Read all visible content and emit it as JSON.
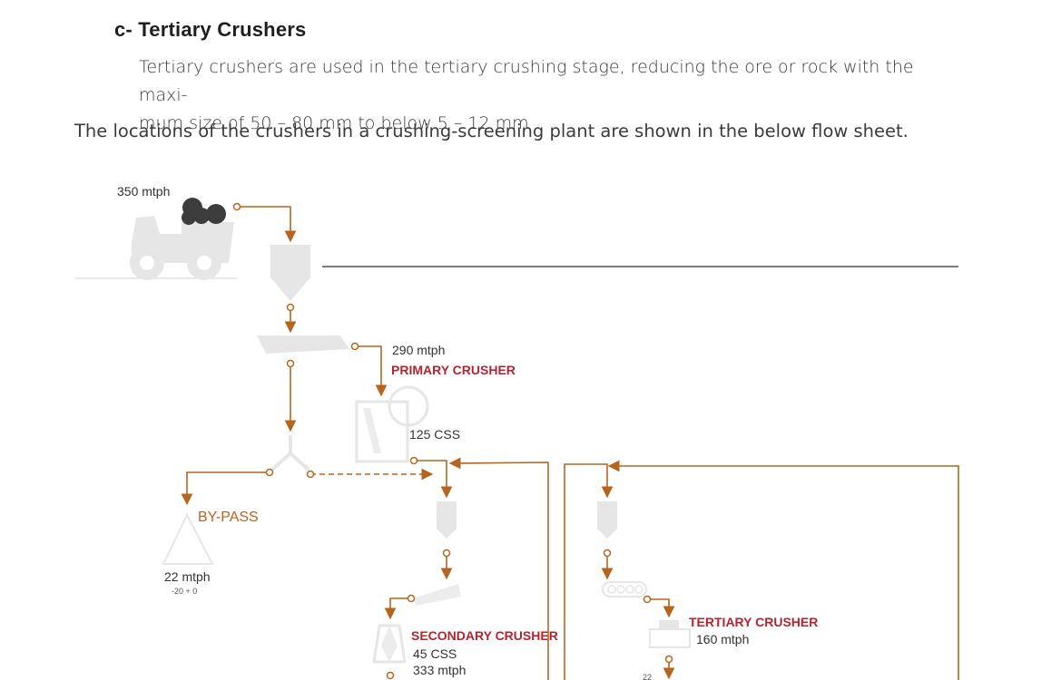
{
  "heading": "c- Tertiary Crushers",
  "paragraph_line1": "Tertiary crushers are used in the tertiary crushing stage, reducing the ore or rock with the maxi-",
  "paragraph_line2": "mum size of 50 – 80 mm to below 5 – 12 mm",
  "lead_text": "The locations of the crushers in a crushing-screening plant are shown in the below flow sheet.",
  "flow": {
    "feed_rate": "350 mtph",
    "primary_rate": "290 mtph",
    "primary_label": "PRIMARY CRUSHER",
    "primary_css": "125 CSS",
    "bypass_label": "BY-PASS",
    "bypass_rate": "22 mtph",
    "bypass_size": "-20  + 0",
    "secondary_label": "SECONDARY CRUSHER",
    "secondary_css": "45 CSS",
    "secondary_rate": "333 mtph",
    "tertiary_label": "TERTIARY CRUSHER",
    "tertiary_rate": "160 mtph",
    "tertiary_note": "22",
    "colors": {
      "flow_line": "#b5651d",
      "crusher_label": "#b32430",
      "equipment": "#e6e6e6"
    }
  }
}
